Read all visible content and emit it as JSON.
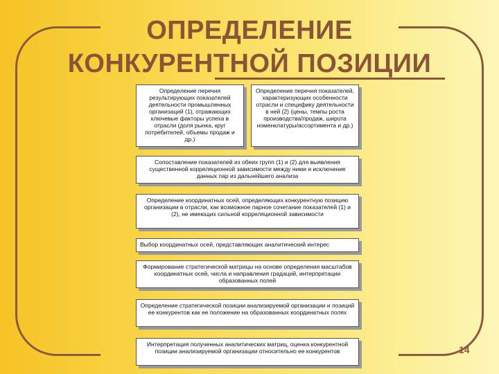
{
  "title": {
    "line1": "ОПРЕДЕЛЕНИЕ",
    "line2": "КОНКУРЕНТНОЙ ПОЗИЦИИ"
  },
  "page_number": "14",
  "boxes": [
    "Определение перечня результирующих показателей деятельности промышленных организаций (1), отражающих ключевые факторы успеха в отрасли (доля рынка, круг потребителей, объемы продаж и др.)",
    "Определение перечня показателей, характеризующих особенности отрасли и специфику деятельности в ней (2) (цены, темпы роста производства/продаж, широта номенклатуры/ассортимента и др.)",
    "Сопоставление показателей из обеих групп (1) и (2) для выявления существенной корреляционной зависимости между ними и исключение данных пар из дальнейшего анализа",
    "Определение координатных осей, определяющих конкурентную позицию организации в отрасли, как возможное парное сочетание показателей (1) и (2), не имеющих сильной корреляционной зависимости",
    "Выбор координатных осей, представляющих аналитический интерес",
    "Формирование стратегической матрицы на основе определения масштабов координатных осей, числа и направления градаций, интерпретации образованных полей",
    "Определение стратегической позиции анализируемой организации и позиций ее конкурентов как ее положение на образованных координатных полях",
    "Интерпретация полученных аналитических матриц, оценка конкурентной позиции анализируемой организации относительно ее конкурентов"
  ]
}
